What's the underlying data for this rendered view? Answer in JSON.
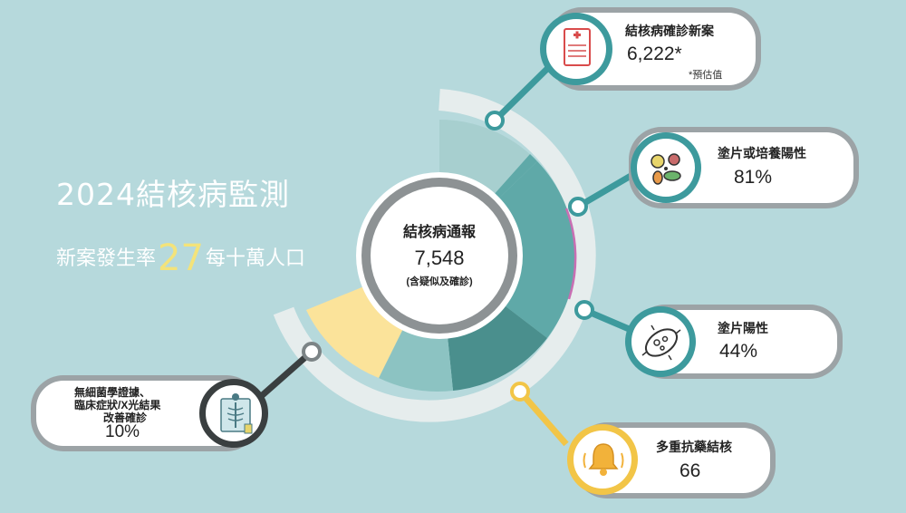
{
  "title": "2024結核病監測",
  "incidence": {
    "prefix": "新案發生率",
    "value": "27",
    "suffix": "每十萬人口"
  },
  "center": {
    "label": "結核病通報",
    "value": "7,548",
    "note": "(含疑似及確診)"
  },
  "cards": {
    "new_cases": {
      "label": "結核病確診新案",
      "value": "6,222*",
      "note": "*預估值",
      "icon": "medical-report-icon"
    },
    "smear_culture": {
      "label": "塗片或培養陽性",
      "value": "81%",
      "icon": "bacteria-icon"
    },
    "smear": {
      "label": "塗片陽性",
      "value": "44%",
      "icon": "bacterium-icon"
    },
    "mdr": {
      "label": "多重抗藥結核",
      "value": "66",
      "icon": "bell-icon"
    },
    "clinical": {
      "label_line1": "無細菌學證據、",
      "label_line2": "臨床症狀/X光結果",
      "label_line3": "改善確診",
      "value": "10%",
      "icon": "xray-icon"
    }
  },
  "colors": {
    "background": "#b6d9dc",
    "teal_light": "#7fbdbd",
    "teal_mid": "#5fa9a8",
    "teal_dark": "#4a8f8d",
    "yellow": "#fbe39a",
    "accent_yellow": "#f2c547",
    "connector": "#3d9a9d"
  }
}
